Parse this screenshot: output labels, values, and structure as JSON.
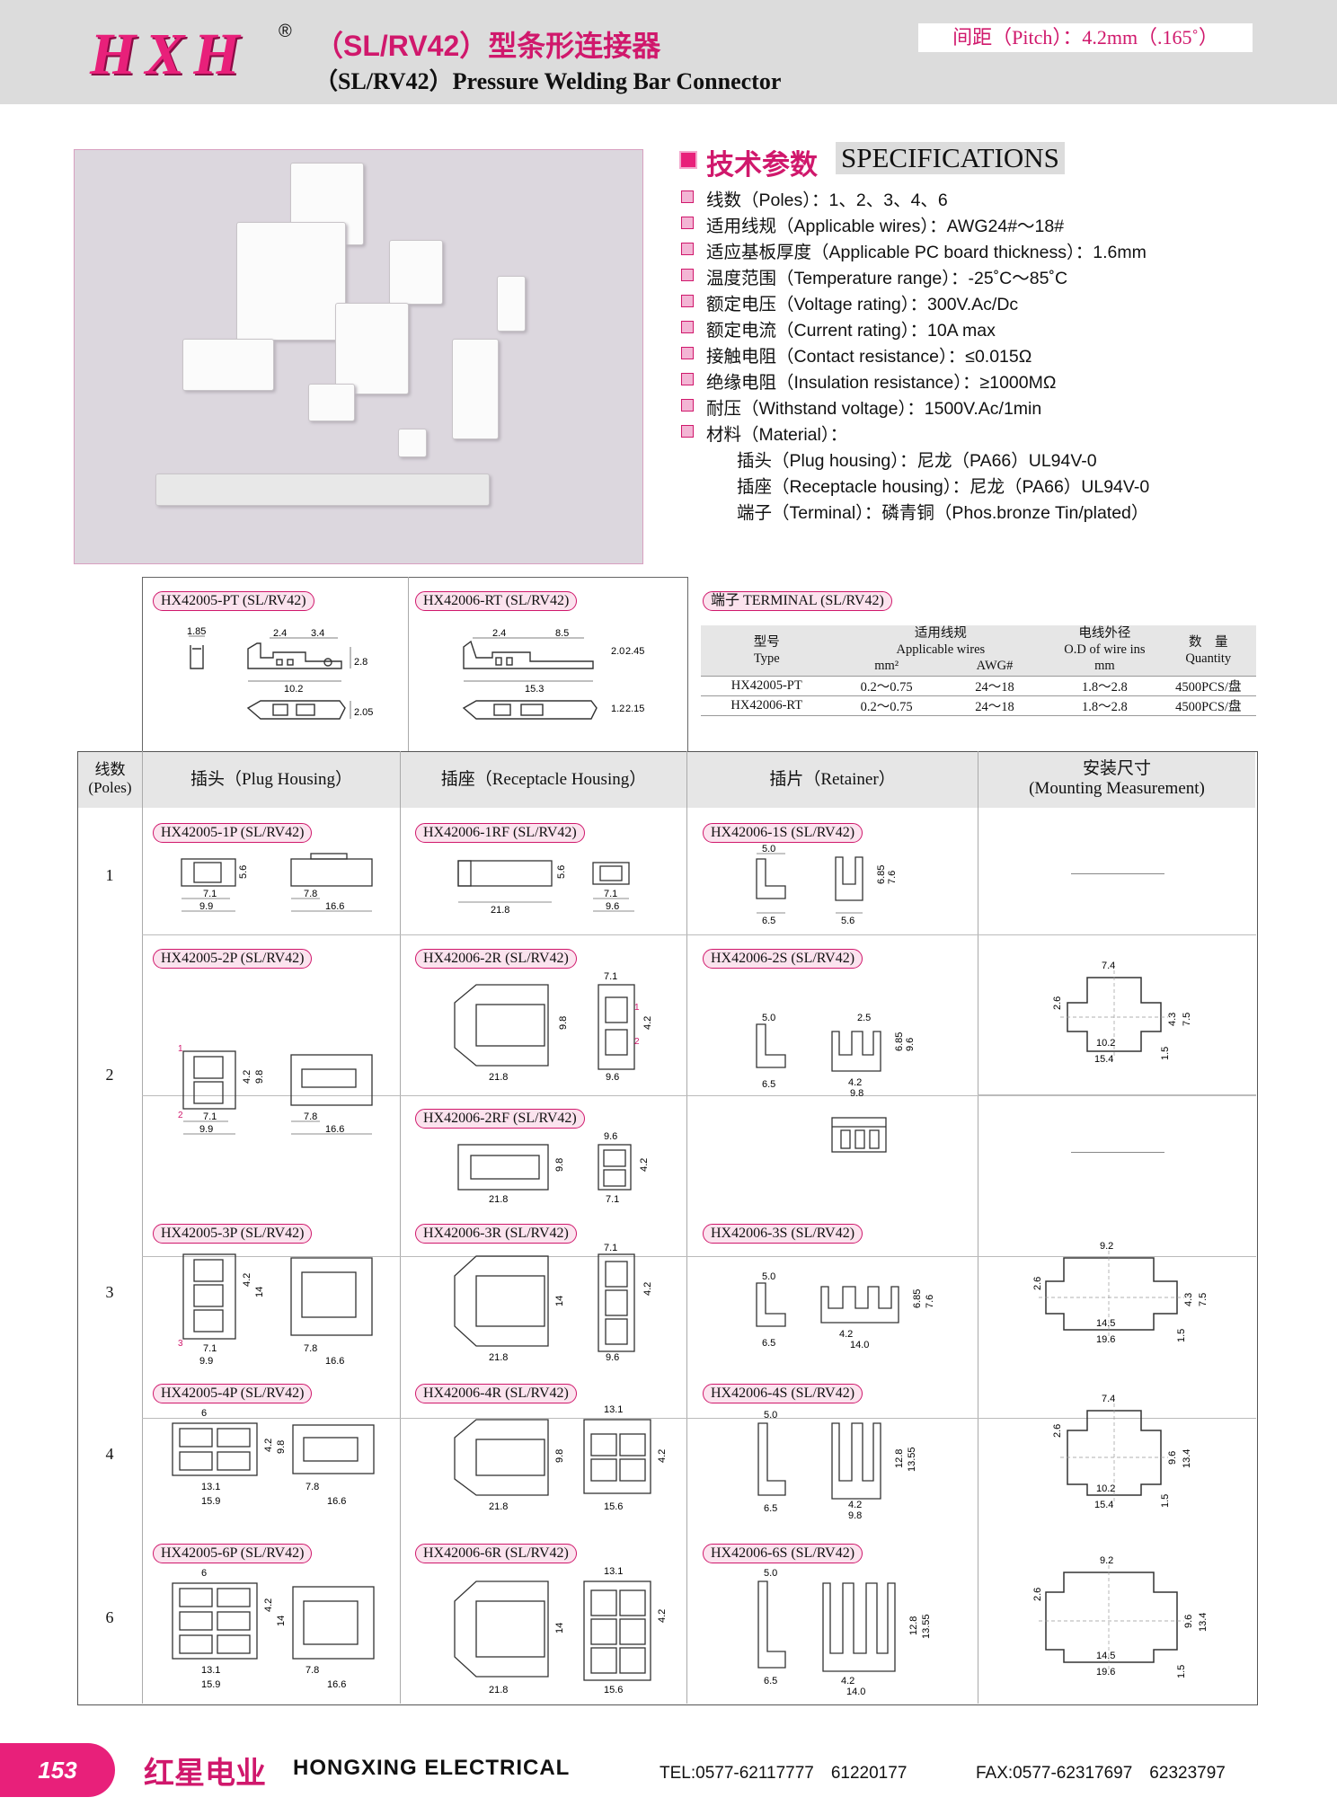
{
  "header": {
    "logo": "HXH",
    "registered": "®",
    "title_cn": "（SL/RV42）型条形连接器",
    "title_en": "（SL/RV42）Pressure Welding Bar Connector",
    "pitch": "间距（Pitch）：4.2mm（.165˚）"
  },
  "specs": {
    "title_cn": "技术参数",
    "title_en": "SPECIFICATIONS",
    "items": [
      "线数（Poles）：1、2、3、4、6",
      "适用线规（Applicable wires）：AWG24#～18#",
      "适应基板厚度（Applicable PC board thickness）：1.6mm",
      "温度范围（Temperature range）：-25˚C～85˚C",
      "额定电压（Voltage rating）：300V.Ac/Dc",
      "额定电流（Current rating）：10A max",
      "接触电阻（Contact resistance）：≤0.015Ω",
      "绝缘电阻（Insulation resistance）：≥1000MΩ",
      "耐压（Withstand voltage）：1500V.Ac/1min",
      "材料（Material）："
    ],
    "material": [
      "插头（Plug housing）：尼龙（PA66）UL94V-0",
      "插座（Receptacle housing）：尼龙（PA66）UL94V-0",
      "端子（Terminal）：磷青铜（Phos.bronze Tin/plated）"
    ]
  },
  "terminals": {
    "pt_label": "HX42005-PT (SL/RV42)",
    "rt_label": "HX42006-RT (SL/RV42)",
    "pt_dims": [
      "1.85",
      "2.4",
      "3.4",
      "2.8",
      "10.2",
      "2.05"
    ],
    "rt_dims": [
      "2.4",
      "8.5",
      "2.0",
      "2.45",
      "15.3",
      "1.2",
      "2.15"
    ],
    "table_title": "端子 TERMINAL (SL/RV42)",
    "headers": {
      "type_cn": "型号",
      "type_en": "Type",
      "wires_cn": "适用线规",
      "wires_en": "Applicable wires",
      "mm2": "mm²",
      "awg": "AWG#",
      "od_cn": "电线外径",
      "od_en": "O.D of wire ins",
      "od_unit": "mm",
      "qty_cn": "数　量",
      "qty_en": "Quantity"
    },
    "rows": [
      [
        "HX42005-PT",
        "0.2～0.75",
        "24～18",
        "1.8～2.8",
        "4500PCS/盘"
      ],
      [
        "HX42006-RT",
        "0.2～0.75",
        "24～18",
        "1.8～2.8",
        "4500PCS/盘"
      ]
    ]
  },
  "main_table": {
    "headers": {
      "poles": "线数\n(Poles)",
      "plug": "插头（Plug Housing）",
      "receptacle": "插座（Receptacle Housing）",
      "retainer": "插片（Retainer）",
      "mount": "安装尺寸\n(Mounting Measurement)"
    },
    "rows": [
      {
        "poles": "1",
        "plug": "HX42005-1P (SL/RV42)",
        "receptacle": "HX42006-1RF (SL/RV42)",
        "retainer": "HX42006-1S (SL/RV42)"
      },
      {
        "poles": "2",
        "plug": "HX42005-2P (SL/RV42)",
        "receptacle": "HX42006-2R (SL/RV42)",
        "receptacle2": "HX42006-2RF (SL/RV42)",
        "retainer": "HX42006-2S (SL/RV42)"
      },
      {
        "poles": "3",
        "plug": "HX42005-3P (SL/RV42)",
        "receptacle": "HX42006-3R (SL/RV42)",
        "retainer": "HX42006-3S (SL/RV42)"
      },
      {
        "poles": "4",
        "plug": "HX42005-4P (SL/RV42)",
        "receptacle": "HX42006-4R (SL/RV42)",
        "retainer": "HX42006-4S (SL/RV42)"
      },
      {
        "poles": "6",
        "plug": "HX42005-6P (SL/RV42)",
        "receptacle": "HX42006-6R (SL/RV42)",
        "retainer": "HX42006-6S (SL/RV42)"
      }
    ],
    "dims": {
      "p1": [
        "5.6",
        "7.1",
        "9.9",
        "7.8",
        "16.6"
      ],
      "r1": [
        "5.6",
        "21.8",
        "7.1",
        "9.6"
      ],
      "s1": [
        "5.0",
        "6.5",
        "6.85",
        "7.6",
        "5.6"
      ],
      "p2": [
        "4.2",
        "9.8",
        "7.1",
        "9.9",
        "7.8",
        "16.6"
      ],
      "r2": [
        "7.1",
        "9.8",
        "4.2",
        "21.8",
        "9.6"
      ],
      "r2f": [
        "9.6",
        "9.8",
        "4.2",
        "21.8",
        "7.1"
      ],
      "s2": [
        "5.0",
        "6.5",
        "2.5",
        "6.85",
        "9.6",
        "4.2",
        "9.8"
      ],
      "m2": [
        "7.4",
        "2.6",
        "4.3",
        "7.5",
        "10.2",
        "15.4",
        "1.5"
      ],
      "p3": [
        "4.2",
        "14",
        "7.1",
        "9.9",
        "7.8",
        "16.6"
      ],
      "r3": [
        "7.1",
        "14",
        "4.2",
        "21.8",
        "9.6"
      ],
      "s3": [
        "5.0",
        "6.5",
        "6.85",
        "7.6",
        "4.2",
        "14.0"
      ],
      "m3": [
        "9.2",
        "2.6",
        "4.3",
        "7.5",
        "14.5",
        "19.6",
        "1.5"
      ],
      "p4": [
        "6",
        "4.2",
        "9.8",
        "13.1",
        "15.9",
        "7.8",
        "16.6"
      ],
      "r4": [
        "13.1",
        "9.8",
        "4.2",
        "21.8",
        "15.6"
      ],
      "s4": [
        "5.0",
        "6.5",
        "12.8",
        "13.55",
        "4.2",
        "9.8"
      ],
      "m4": [
        "7.4",
        "2.6",
        "9.6",
        "13.4",
        "10.2",
        "15.4",
        "1.5"
      ],
      "p6": [
        "6",
        "4.2",
        "14",
        "13.1",
        "15.9",
        "7.8",
        "16.6"
      ],
      "r6": [
        "13.1",
        "14",
        "4.2",
        "21.8",
        "15.6"
      ],
      "s6": [
        "5.0",
        "6.5",
        "12.8",
        "13.55",
        "4.2",
        "14.0"
      ],
      "m6": [
        "9.2",
        "2.6",
        "9.6",
        "13.4",
        "14.5",
        "19.6",
        "1.5"
      ]
    }
  },
  "footer": {
    "page": "153",
    "company_cn": "红星电业",
    "company_en": "HONGXING ELECTRICAL",
    "tel": "TEL:0577-62117777　61220177",
    "fax": "FAX:0577-62317697　62323797"
  },
  "colors": {
    "brand": "#e8207a",
    "brand_dark": "#d0186c",
    "header_bg": "#dcdcdc",
    "table_header": "#e6e6e6"
  }
}
